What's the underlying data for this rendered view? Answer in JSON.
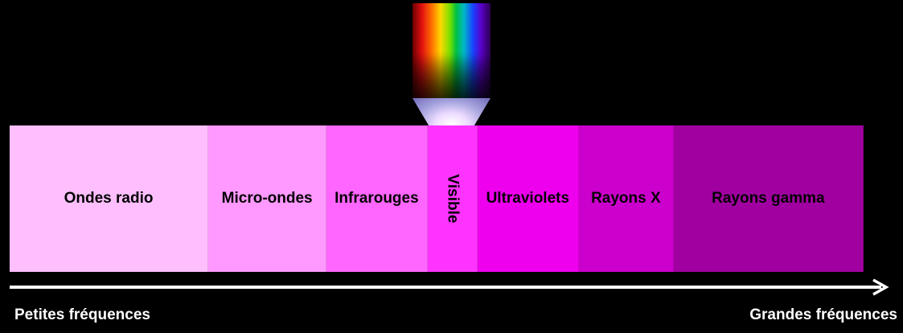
{
  "spectrum": {
    "bands": [
      {
        "label": "Ondes radio",
        "color": "#ffbfff",
        "flex": 251
      },
      {
        "label": "Micro-ondes",
        "color": "#ff99ff",
        "flex": 149
      },
      {
        "label": "Infrarouges",
        "color": "#ff66ff",
        "flex": 127
      },
      {
        "label": "Visible",
        "color": "#ff33ff",
        "flex": 48,
        "vertical": true
      },
      {
        "label": "Ultraviolets",
        "color": "#ee00ee",
        "flex": 128
      },
      {
        "label": "Rayons X",
        "color": "#cc00cc",
        "flex": 119
      },
      {
        "label": "Rayons gamma",
        "color": "#a000a0",
        "flex": 240
      }
    ]
  },
  "axis": {
    "left_label": "Petites fréquences",
    "right_label": "Grandes fréquences",
    "color": "#ffffff"
  }
}
